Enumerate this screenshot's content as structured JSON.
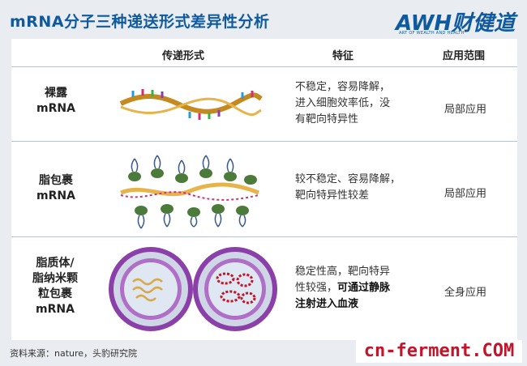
{
  "title": "mRNA分子三种递送形式差异性分析",
  "logo": {
    "text": "AWH财健道",
    "sub": "ART OF WEALTH AND HEALTH"
  },
  "table": {
    "headers": {
      "form": "传递形式",
      "feature": "特征",
      "scope": "应用范围"
    },
    "rows": [
      {
        "label_lines": [
          "裸露",
          "mRNA"
        ],
        "feature_lines": [
          "不稳定，容易降解，",
          "进入细胞效率低，没",
          "有靶向特异性"
        ],
        "scope": "局部应用"
      },
      {
        "label_lines": [
          "脂包裹",
          "mRNA"
        ],
        "feature_lines": [
          "较不稳定、容易降解，",
          "靶向特异性较差"
        ],
        "scope": "局部应用"
      },
      {
        "label_lines": [
          "脂质体/",
          "脂纳米颗",
          "粒包裹",
          "mRNA"
        ],
        "feature_lines": [
          "稳定性高，靶向特异",
          "性较强，",
          "注射进入血液"
        ],
        "feature_bold": [
          "可通过静脉"
        ],
        "scope": "全身应用"
      }
    ]
  },
  "footer": "资料来源：nature，头豹研究院",
  "watermark": "cn-ferment.COM",
  "colors": {
    "title": "#0f5a9e",
    "accent_purple": "#8b3fa8",
    "accent_red": "#c0152a"
  }
}
